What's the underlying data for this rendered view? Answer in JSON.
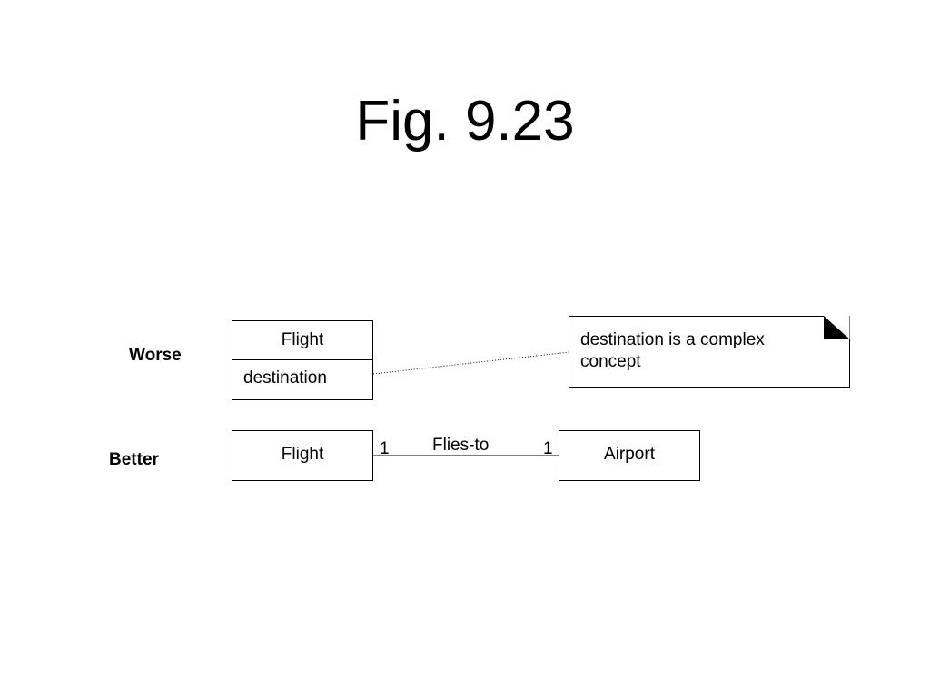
{
  "title": "Fig. 9.23",
  "rows": {
    "worse": {
      "label": "Worse",
      "class_name": "Flight",
      "attribute": "destination",
      "note_text": "destination is a complex concept"
    },
    "better": {
      "label": "Better",
      "left_class": "Flight",
      "right_class": "Airport",
      "association": "Flies-to",
      "left_multiplicity": "1",
      "right_multiplicity": "1"
    }
  }
}
